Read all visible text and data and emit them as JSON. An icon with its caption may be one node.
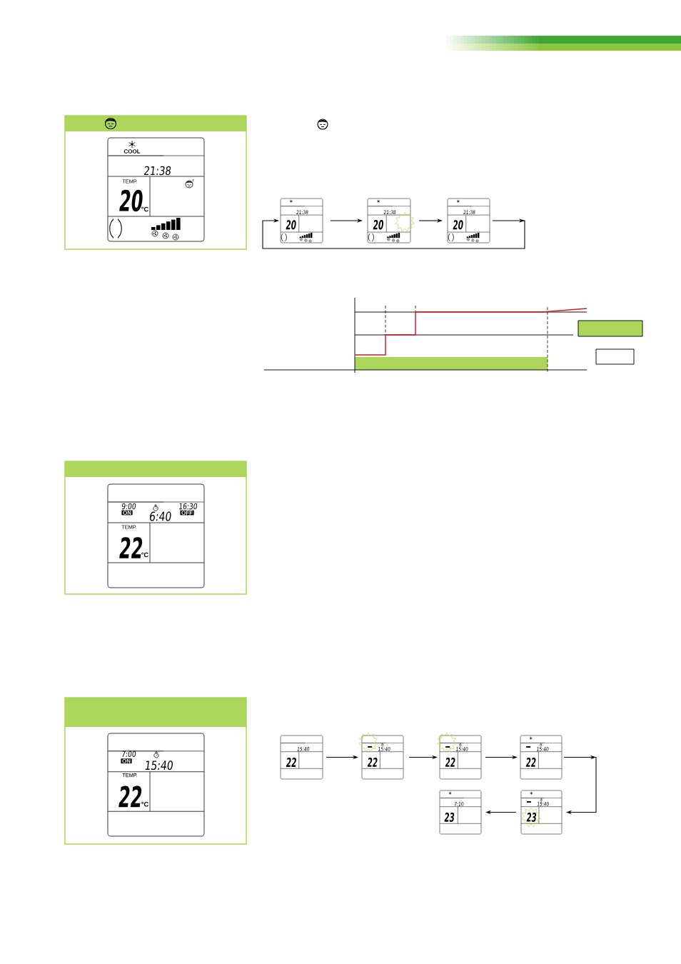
{
  "diagram": {
    "nodes": [
      {
        "text": [],
        "shape": "box"
      },
      {
        "text": [
          "COOL",
          "21:38",
          "TEMP.",
          "20",
          "°C"
        ],
        "in": 0
      },
      {
        "text": [
          "21:38",
          "20"
        ]
      },
      {
        "text": [
          "21:38",
          "20"
        ]
      },
      {
        "text": [
          "21:38",
          "20"
        ]
      },
      {
        "text": [],
        "shape": "box"
      },
      {
        "text": [
          "9:00",
          "16:30",
          "ON",
          "6:40",
          "OFF",
          "TEMP.",
          "22",
          "°C"
        ],
        "in": 5
      },
      {
        "text": [],
        "shape": "box"
      },
      {
        "text": [
          "7:00",
          "ON",
          "15:40",
          "TEMP.",
          "22",
          "°C"
        ],
        "in": 7
      },
      {
        "text": [
          "15:40",
          "22"
        ]
      },
      {
        "text": [
          "15:40",
          "22"
        ]
      },
      {
        "text": [
          "15:40",
          "22"
        ]
      },
      {
        "text": [
          "15:40",
          "22"
        ]
      },
      {
        "text": [
          "15:40",
          "23"
        ]
      },
      {
        "text": [
          "7:10",
          "23"
        ]
      }
    ],
    "edges": [
      {
        "from": 2,
        "to": 3,
        "arrow": "to"
      },
      {
        "from": 3,
        "to": 4,
        "arrow": "to"
      },
      {
        "from": 4,
        "to": 2,
        "arrow": "to"
      },
      {
        "from": 9,
        "to": 10,
        "arrow": "to"
      },
      {
        "from": 10,
        "to": 11,
        "arrow": "to"
      },
      {
        "from": 11,
        "to": 12,
        "arrow": "to"
      },
      {
        "from": 12,
        "to": 13,
        "arrow": "to"
      },
      {
        "from": 13,
        "to": 14,
        "arrow": "to"
      }
    ]
  }
}
